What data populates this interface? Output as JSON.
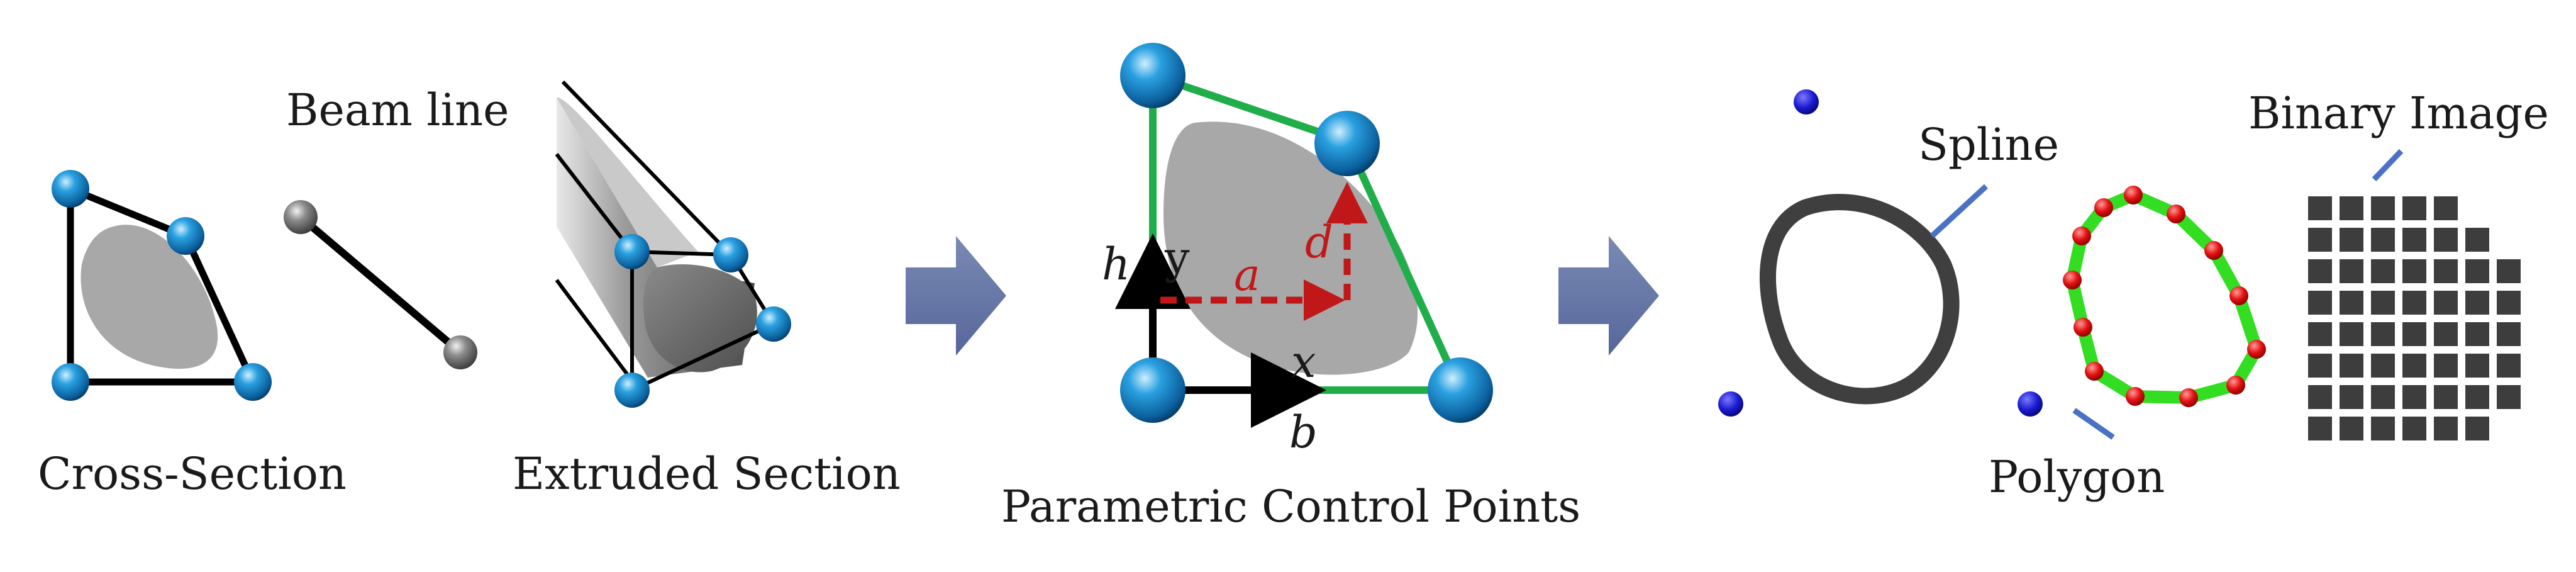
{
  "labels": {
    "beam_line": "Beam line",
    "cross_section": "Cross-Section",
    "extruded_section": "Extruded Section",
    "parametric_control_points": "Parametric Control Points",
    "spline": "Spline",
    "polygon": "Polygon",
    "binary_image": "Binary Image"
  },
  "axis_labels": {
    "h": "h",
    "y": "y",
    "x": "x",
    "b": "b",
    "a": "a",
    "d": "d"
  },
  "colors": {
    "control_point": "#1f8fd0",
    "control_point_dark": "#0a4f86",
    "beam_node": "#7a7a7a",
    "section_fill": "#a8a8a8",
    "frame_green": "#1fae4a",
    "dimension_red": "#c01818",
    "arrow_fill": "#6a7aa6",
    "spline_ring": "#444444",
    "polygon_green": "#33dd22",
    "polygon_vertex": "#ee1111",
    "pixel": "#3d3d3d",
    "leader_line": "#4a72c4",
    "extra_point": "#1010dd"
  },
  "icons": [
    "control-point-icon",
    "flow-arrow-icon",
    "pixel-block-icon"
  ],
  "binary_image_rows": [
    [
      0,
      0,
      0,
      0,
      0,
      0,
      0
    ],
    [
      1,
      1,
      1,
      1,
      1,
      0,
      0
    ],
    [
      1,
      1,
      1,
      1,
      1,
      1,
      0
    ],
    [
      1,
      1,
      1,
      1,
      1,
      1,
      1
    ],
    [
      1,
      1,
      1,
      1,
      1,
      1,
      1
    ],
    [
      1,
      1,
      1,
      1,
      1,
      1,
      1
    ],
    [
      1,
      1,
      1,
      1,
      1,
      1,
      1
    ],
    [
      1,
      1,
      1,
      1,
      1,
      1,
      1
    ],
    [
      1,
      1,
      1,
      1,
      1,
      1,
      0
    ]
  ]
}
